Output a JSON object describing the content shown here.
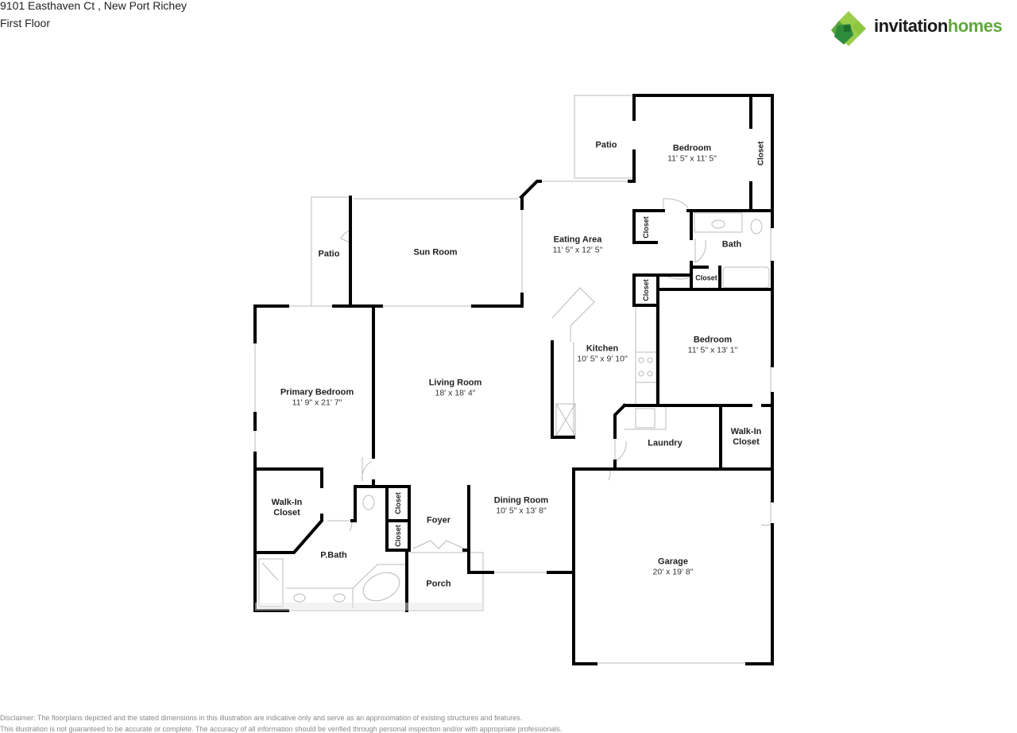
{
  "header": {
    "address": "9101 Easthaven Ct , New Port Richey",
    "floor": "First Floor"
  },
  "brand": {
    "name_part1": "invitation",
    "name_part2": "homes",
    "colors": {
      "dark_green": "#2e8b3c",
      "mid_green": "#5fa83c",
      "light_green": "#9acd4a",
      "text": "#1a1a1a"
    }
  },
  "rooms": {
    "bedroom_ne": {
      "name": "Bedroom",
      "dims": "11' 5\" x 11' 5\""
    },
    "patio_ne": {
      "name": "Patio"
    },
    "closet_ne": {
      "name": "Closet"
    },
    "closet_hall1": {
      "name": "Closet"
    },
    "bath": {
      "name": "Bath"
    },
    "closet_bath": {
      "name": "Closet"
    },
    "eating_area": {
      "name": "Eating Area",
      "dims": "11' 5\" x 12' 5\""
    },
    "sun_room": {
      "name": "Sun Room"
    },
    "patio_w": {
      "name": "Patio"
    },
    "closet_hall2": {
      "name": "Closet"
    },
    "kitchen": {
      "name": "Kitchen",
      "dims": "10' 5\" x 9' 10\""
    },
    "bedroom_e": {
      "name": "Bedroom",
      "dims": "11' 5\" x 13' 1\""
    },
    "primary_bedroom": {
      "name": "Primary Bedroom",
      "dims": "11' 9\" x 21' 7\""
    },
    "living_room": {
      "name": "Living Room",
      "dims": "18' x 18' 4\""
    },
    "laundry": {
      "name": "Laundry"
    },
    "walkin_e": {
      "name": "Walk-In",
      "name2": "Closet"
    },
    "walkin_w": {
      "name": "Walk-In",
      "name2": "Closet"
    },
    "closet_foyer1": {
      "name": "Closet"
    },
    "closet_foyer2": {
      "name": "Closet"
    },
    "foyer": {
      "name": "Foyer"
    },
    "p_bath": {
      "name": "P.Bath"
    },
    "dining_room": {
      "name": "Dining Room",
      "dims": "10' 5\" x 13' 8\""
    },
    "porch": {
      "name": "Porch"
    },
    "garage": {
      "name": "Garage",
      "dims": "20' x 19' 8\""
    }
  },
  "disclaimer": {
    "line1": "Disclaimer: The floorplans depicted and the stated dimensions in this illustration are indicative only and serve as an approximation of existing structures and features.",
    "line2": "This illustration is not guaranteed to be accurate or complete. The accuracy of all information should be verified through personal inspection and/or with appropriate professionals."
  }
}
